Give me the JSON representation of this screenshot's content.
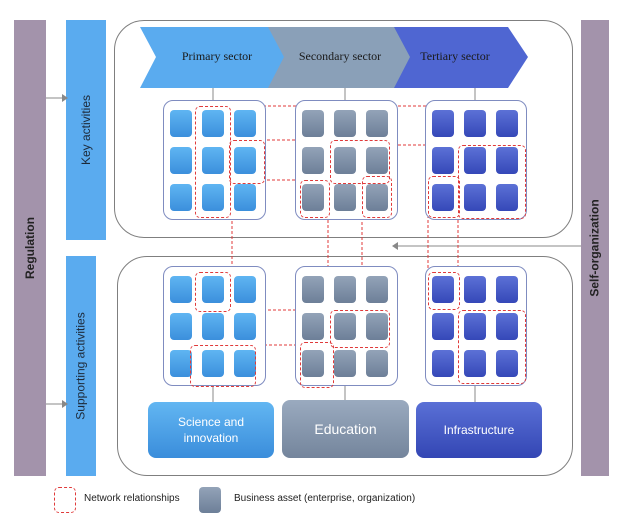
{
  "bars": {
    "regulation": "Regulation",
    "self_organization": "Self-organization",
    "key_activities": "Key activities",
    "supporting_activities": "Supporting activities"
  },
  "sectors": {
    "primary": "Primary sector",
    "secondary": "Secondary sector",
    "tertiary": "Tertiary sector"
  },
  "categories": {
    "science": "Science and innovation",
    "education": "Education",
    "infrastructure": "Infrastructure"
  },
  "legend": {
    "network": "Network relationships",
    "asset": "Business asset (enterprise, organization)"
  },
  "colors": {
    "primary": "#4aa3ee",
    "secondary": "#8595ad",
    "tertiary": "#4a5fcf",
    "bars": "#a393ab",
    "activity_bars": "#5aabef",
    "network": "#e03a3a"
  }
}
